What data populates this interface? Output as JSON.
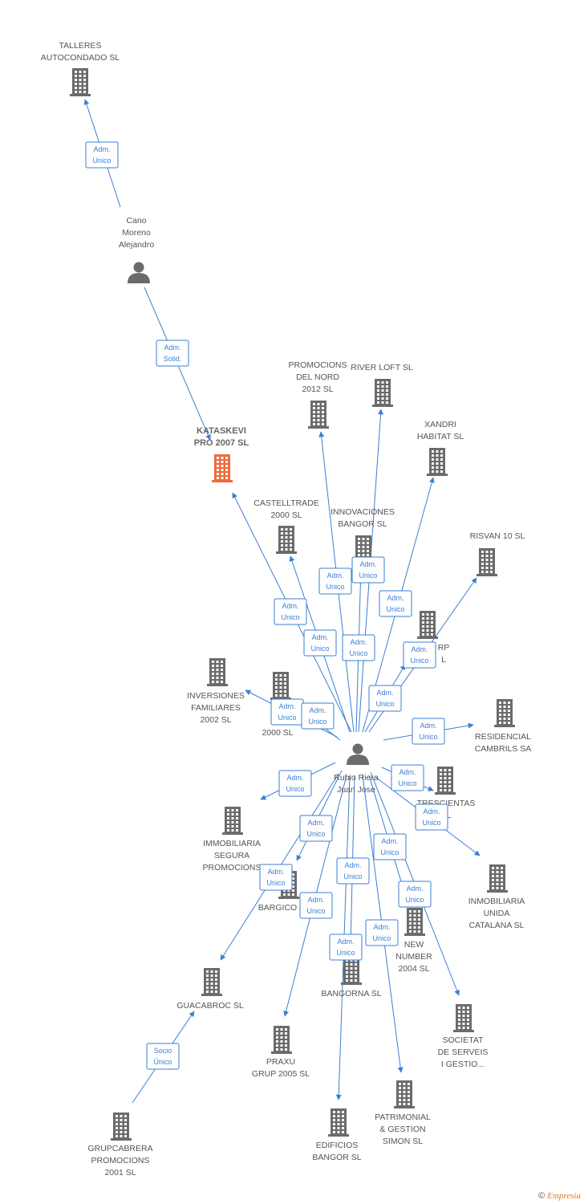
{
  "colors": {
    "edge": "#3a7fd5",
    "company": "#6b6b6b",
    "focus_company": "#f26b3a",
    "person": "#6b6b6b"
  },
  "nodes": [
    {
      "id": "talleres",
      "type": "company",
      "lines": [
        "TALLERES",
        "AUTOCONDADO SL"
      ]
    },
    {
      "id": "cano",
      "type": "person",
      "lines": [
        "Cano",
        "Moreno",
        "Alejandro"
      ]
    },
    {
      "id": "kataskevi",
      "type": "company",
      "focus": true,
      "lines": [
        "KATASKEVI",
        "PRO 2007 SL"
      ]
    },
    {
      "id": "promnord",
      "type": "company",
      "lines": [
        "PROMOCIONS",
        "DEL NORD",
        "2012  SL"
      ]
    },
    {
      "id": "riverloft",
      "type": "company",
      "lines": [
        "RIVER LOFT SL"
      ]
    },
    {
      "id": "xandri",
      "type": "company",
      "lines": [
        "XANDRI",
        "HABITAT SL"
      ]
    },
    {
      "id": "castelltrade",
      "type": "company",
      "lines": [
        "CASTELLTRADE",
        "2000 SL"
      ]
    },
    {
      "id": "innovaciones",
      "type": "company",
      "lines": [
        "INNOVACIONES",
        "BANGOR SL"
      ]
    },
    {
      "id": "risvan",
      "type": "company",
      "lines": [
        "RISVAN 10 SL"
      ]
    },
    {
      "id": "corp",
      "type": "company",
      "lines": [
        "RP",
        "L"
      ]
    },
    {
      "id": "inversiones",
      "type": "company",
      "lines": [
        "INVERSIONES",
        "FAMILIARES",
        "2002 SL"
      ]
    },
    {
      "id": "sc2000",
      "type": "company",
      "lines": [
        "S",
        "C",
        "2000 SL"
      ]
    },
    {
      "id": "residencial",
      "type": "company",
      "lines": [
        "RESIDENCIAL",
        "CAMBRILS SA"
      ]
    },
    {
      "id": "rubio",
      "type": "person",
      "lines": [
        "Rubio Riera",
        "Juan Jose"
      ]
    },
    {
      "id": "trescientas",
      "type": "company",
      "lines": [
        "TRESCIENTAS",
        "SL"
      ]
    },
    {
      "id": "immobiliaria",
      "type": "company",
      "lines": [
        "IMMOBILIARIA",
        "SEGURA",
        "PROMOCIONS"
      ]
    },
    {
      "id": "bargico",
      "type": "company",
      "lines": [
        "BARGICO"
      ]
    },
    {
      "id": "inmobiliaria_unida",
      "type": "company",
      "lines": [
        "INMOBILIARIA",
        "UNIDA",
        "CATALANA SL"
      ]
    },
    {
      "id": "newnumber",
      "type": "company",
      "lines": [
        "NEW",
        "NUMBER",
        "2004 SL"
      ]
    },
    {
      "id": "guacabroc",
      "type": "company",
      "lines": [
        "GUACABROC SL"
      ]
    },
    {
      "id": "bangorna",
      "type": "company",
      "lines": [
        "BANGORNA SL"
      ]
    },
    {
      "id": "societat",
      "type": "company",
      "lines": [
        "SOCIETAT",
        "DE SERVEIS",
        "I GESTIO..."
      ]
    },
    {
      "id": "praxu",
      "type": "company",
      "lines": [
        "PRAXU",
        "GRUP 2005 SL"
      ]
    },
    {
      "id": "patrimonial",
      "type": "company",
      "lines": [
        "PATRIMONIAL",
        "& GESTION",
        "SIMON SL"
      ]
    },
    {
      "id": "edificios",
      "type": "company",
      "lines": [
        "EDIFICIOS",
        "BANGOR SL"
      ]
    },
    {
      "id": "grupcabrera",
      "type": "company",
      "lines": [
        "GRUPCABRERA",
        "PROMOCIONS",
        "2001 SL"
      ]
    }
  ],
  "relations": [
    {
      "from": "cano",
      "to": "talleres",
      "label": [
        "Adm.",
        "Unico"
      ]
    },
    {
      "from": "cano",
      "to": "kataskevi",
      "label": [
        "Adm.",
        "Solid."
      ]
    },
    {
      "from": "rubio",
      "to": "kataskevi",
      "label": [
        "Adm.",
        "Unico"
      ]
    },
    {
      "from": "rubio",
      "to": "promnord",
      "label": [
        "Adm.",
        "Unico"
      ]
    },
    {
      "from": "rubio",
      "to": "riverloft",
      "label": [
        "Adm.",
        "Unico"
      ]
    },
    {
      "from": "rubio",
      "to": "xandri",
      "label": [
        "Adm.",
        "Unico"
      ]
    },
    {
      "from": "rubio",
      "to": "castelltrade",
      "label": [
        "Adm.",
        "Unico"
      ]
    },
    {
      "from": "rubio",
      "to": "innovaciones",
      "label": [
        "Adm.",
        "Unico"
      ]
    },
    {
      "from": "rubio",
      "to": "risvan",
      "label": [
        "Adm.",
        "Unico"
      ]
    },
    {
      "from": "rubio",
      "to": "corp",
      "label": [
        "Adm.",
        "Unico"
      ]
    },
    {
      "from": "rubio",
      "to": "inversiones",
      "label": [
        "Adm.",
        "Unico"
      ]
    },
    {
      "from": "rubio",
      "to": "sc2000",
      "label": [
        "Adm.",
        "Unico"
      ]
    },
    {
      "from": "rubio",
      "to": "residencial",
      "label": [
        "Adm.",
        "Unico"
      ]
    },
    {
      "from": "rubio",
      "to": "trescientas",
      "label": [
        "Adm.",
        "Unico"
      ]
    },
    {
      "from": "rubio",
      "to": "immobiliaria",
      "label": [
        "Adm.",
        "Unico"
      ]
    },
    {
      "from": "rubio",
      "to": "bargico",
      "label": [
        "Adm.",
        "Unico"
      ]
    },
    {
      "from": "rubio",
      "to": "inmobiliaria_unida",
      "label": [
        "Adm.",
        "Unico"
      ]
    },
    {
      "from": "rubio",
      "to": "newnumber",
      "label": [
        "Adm.",
        "Unico"
      ]
    },
    {
      "from": "rubio",
      "to": "guacabroc",
      "label": [
        "Adm.",
        "Unico"
      ]
    },
    {
      "from": "rubio",
      "to": "bangorna",
      "label": [
        "Adm.",
        "Unico"
      ]
    },
    {
      "from": "rubio",
      "to": "societat",
      "label": [
        "Adm.",
        "Unico"
      ]
    },
    {
      "from": "rubio",
      "to": "praxu",
      "label": [
        "Adm.",
        "Unico"
      ]
    },
    {
      "from": "rubio",
      "to": "patrimonial",
      "label": [
        "Adm.",
        "Unico"
      ]
    },
    {
      "from": "rubio",
      "to": "edificios",
      "label": [
        "Adm.",
        "Unico"
      ]
    },
    {
      "from": "grupcabrera",
      "to": "guacabroc",
      "label": [
        "Socio",
        "Único"
      ]
    }
  ],
  "footer": {
    "symbol": "©",
    "brand": "Empresia"
  }
}
